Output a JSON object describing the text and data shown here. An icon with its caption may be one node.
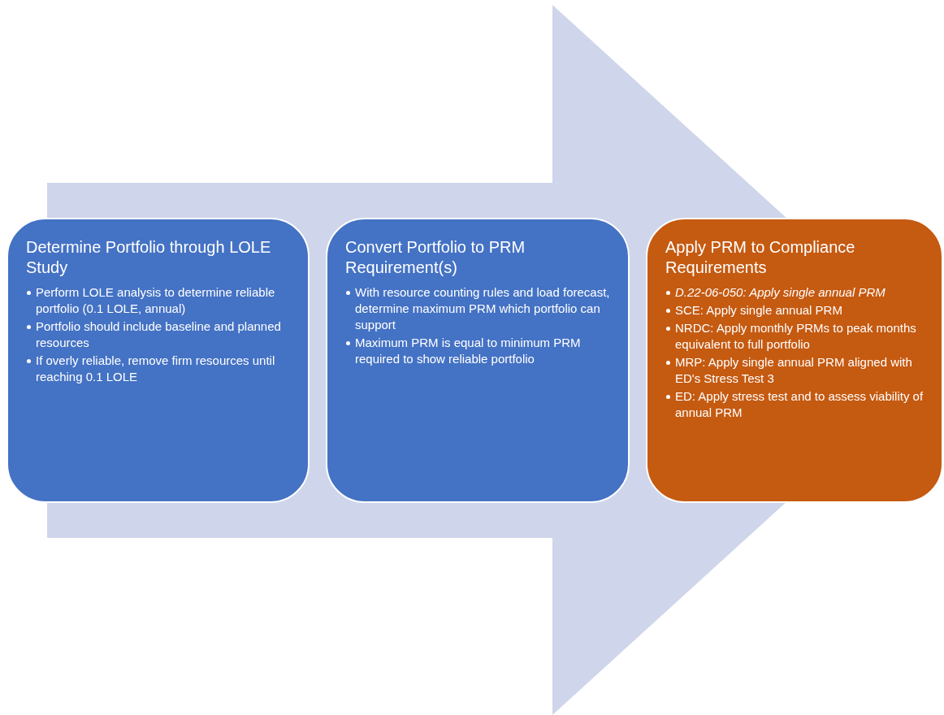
{
  "diagram": {
    "nodes": [
      {
        "text": [
          "Determine Portfolio through LOLE Study",
          "Perform LOLE analysis to determine reliable portfolio (0.1 LOLE, annual)",
          "Portfolio should include baseline and planned resources",
          "If overly reliable, remove firm resources until reaching 0.1 LOLE"
        ]
      },
      {
        "text": [
          "Convert Portfolio to PRM Requirement(s)",
          "With resource counting rules and load forecast, determine maximum PRM which portfolio can support",
          "Maximum PRM is equal to minimum PRM required to show reliable portfolio"
        ]
      },
      {
        "text": [
          "Apply PRM to Compliance Requirements",
          "*D.22-06-050: Apply single annual PRM*",
          "SCE: Apply single annual PRM",
          "NRDC: Apply monthly PRMs to peak months equivalent to full portfolio",
          "MRP: Apply single annual PRM aligned with ED's Stress Test 3",
          "ED: Apply stress test and to assess viability of annual PRM"
        ]
      }
    ],
    "edges": [
      {
        "from": 0,
        "to": 2,
        "arrow": "to"
      }
    ]
  }
}
